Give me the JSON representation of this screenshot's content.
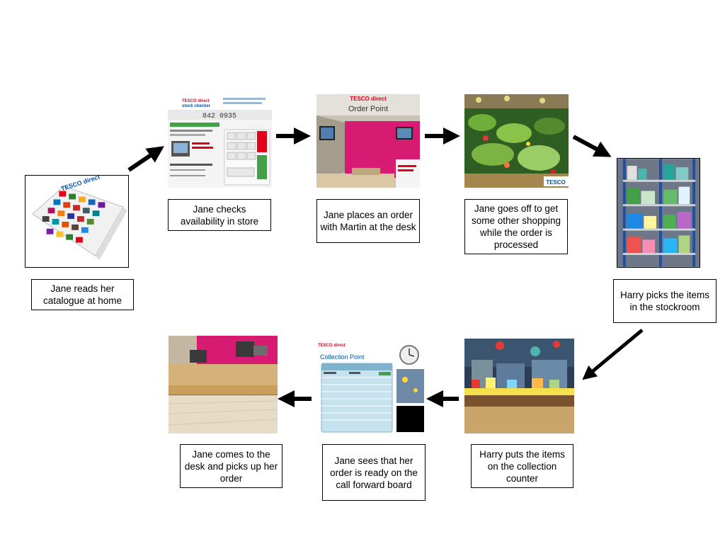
{
  "steps": [
    {
      "id": "catalogue",
      "caption": "Jane  reads her catalogue at home",
      "image_text": "TESCO direct"
    },
    {
      "id": "stock-checker",
      "caption": "Jane checks availability in store",
      "image_text": {
        "brand": "TESCO direct",
        "title": "stock checker",
        "number": "842 0935"
      }
    },
    {
      "id": "order-point",
      "caption": "Jane places an order with Martin at the desk",
      "image_text": {
        "brand": "TESCO direct",
        "title": "Order Point"
      }
    },
    {
      "id": "shopping",
      "caption": "Jane goes off to get some other shopping while the order is processed",
      "image_text": "TESCO"
    },
    {
      "id": "stockroom",
      "caption": "Harry picks the items in the stockroom"
    },
    {
      "id": "collection-counter",
      "caption": "Harry puts the items on  the collection counter"
    },
    {
      "id": "call-forward-board",
      "caption": "Jane sees that her order is ready on the call forward board",
      "image_text": {
        "brand": "TESCO direct",
        "title": "Collection Point"
      }
    },
    {
      "id": "desk-pickup",
      "caption": "Jane comes to the desk and picks up her order"
    }
  ],
  "colors": {
    "tesco_red": "#e2001a",
    "tesco_blue": "#00539f",
    "pink_wall": "#d81b72",
    "wood": "#c9a56b"
  }
}
